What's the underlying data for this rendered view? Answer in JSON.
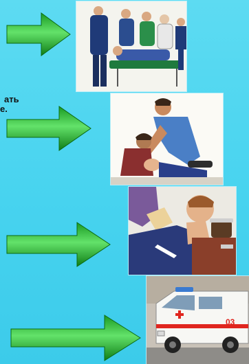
{
  "slide": {
    "text_fragments": [
      "ать",
      "е."
    ],
    "ambulance_badge": "03",
    "icons": {
      "arrow": "right-arrow-icon",
      "photo1": "stretcher-team-illustration",
      "photo2": "cpr-illustration",
      "photo3": "injured-patient-illustration",
      "photo4": "ambulance-van-illustration"
    },
    "colors": {
      "background": "#4fd6f0",
      "arrow_dark": "#118a18",
      "arrow_light": "#5fe066",
      "badge_red": "#e0261f"
    }
  }
}
